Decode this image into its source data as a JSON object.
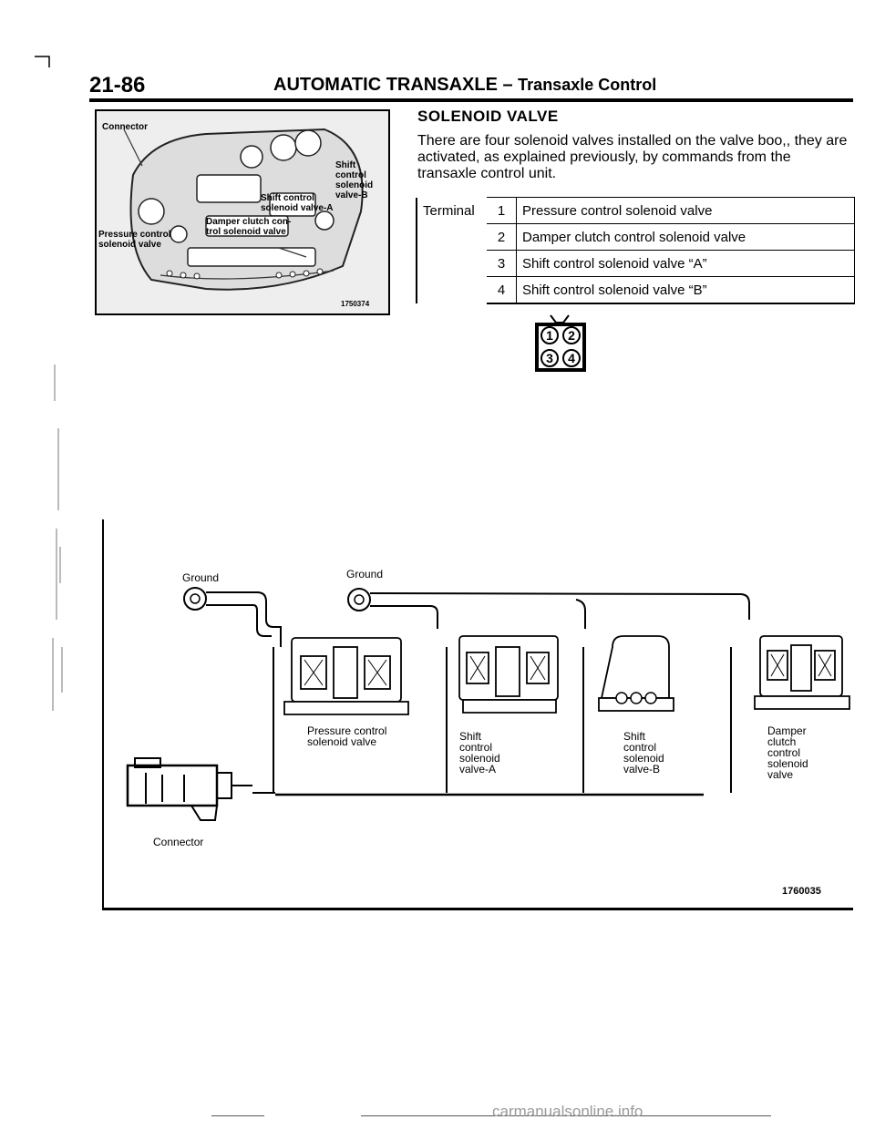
{
  "header": {
    "page_number": "21-86",
    "title": "AUTOMATIC TRANSAXLE",
    "dash": " – ",
    "subtitle": "Transaxle Control"
  },
  "photo": {
    "labels": {
      "connector": "Connector",
      "shift_b_1": "Shift",
      "shift_b_2": "control",
      "shift_b_3": "solenoid",
      "shift_b_4": "valve-B",
      "shift_a_1": "Shift control",
      "shift_a_2": "solenoid valve-A",
      "damper_1": "Damper clutch con-",
      "damper_2": "trol solenoid valve",
      "pressure_1": "Pressure control",
      "pressure_2": "solenoid valve"
    },
    "figure_id": "1750374"
  },
  "section": {
    "title": "SOLENOID VALVE",
    "body": "There are four solenoid valves installed on the valve boo,, they are activated, as explained previously, by commands from the transaxle control unit."
  },
  "terminal_table": {
    "label": "Terminal",
    "rows": [
      {
        "num": "1",
        "desc": "Pressure control solenoid valve"
      },
      {
        "num": "2",
        "desc": "Damper clutch control solenoid valve"
      },
      {
        "num": "3",
        "desc": "Shift control solenoid valve “A”"
      },
      {
        "num": "4",
        "desc": "Shift control solenoid valve “B”"
      }
    ]
  },
  "connector_pins": [
    "1",
    "2",
    "3",
    "4"
  ],
  "diagram": {
    "ground_left": "Ground",
    "ground_right": "Ground",
    "pressure_1": "Pressure control",
    "pressure_2": "solenoid  valve",
    "shift_a_1": "Shift",
    "shift_a_2": "control",
    "shift_a_3": "solenoid",
    "shift_a_4": "valve-A",
    "shift_b_1": "Shift",
    "shift_b_2": "control",
    "shift_b_3": "solenoid",
    "shift_b_4": "valve-B",
    "damper_1": "Damper",
    "damper_2": "clutch",
    "damper_3": "control",
    "damper_4": "solenoid",
    "damper_5": "valve",
    "connector": "Connector",
    "figure_id": "1760035"
  },
  "footer": {
    "watermark": "carmanualsonline.info"
  }
}
